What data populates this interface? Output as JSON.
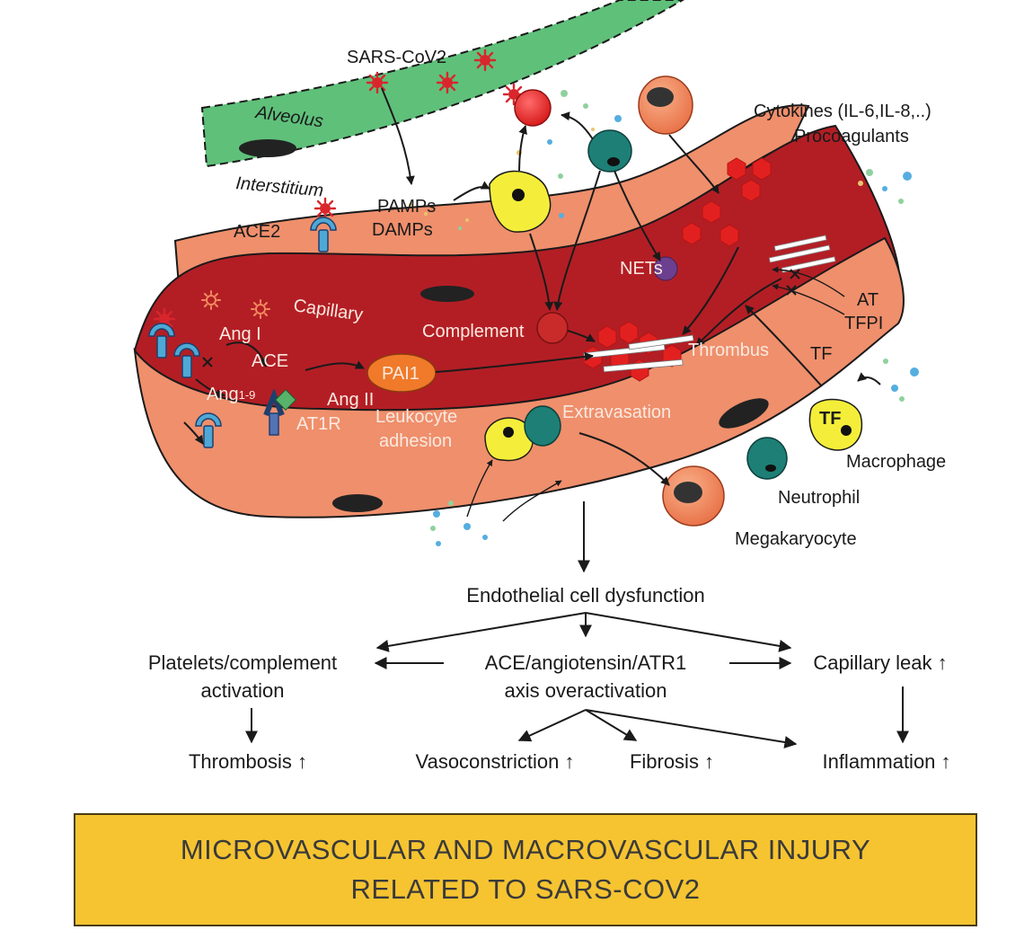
{
  "virus_label": "SARS-CoV2",
  "compartments": {
    "alveolus": "Alveolus",
    "interstitium": "Interstitium",
    "capillary": "Capillary"
  },
  "receptor_label": "ACE2",
  "patterns": [
    "PAMPs",
    "DAMPs"
  ],
  "cytokines": [
    "Cytokines (IL-6,IL-8,..)",
    "Procoagulants"
  ],
  "nets_label": "NETs",
  "inhibitors": [
    "AT",
    "TFPI"
  ],
  "ras": {
    "ang1": "Ang I",
    "ace": "ACE",
    "ang19_main": "Ang",
    "ang19_sub": "1-9",
    "ang2": "Ang II",
    "at1r": "AT1R",
    "pai1": "PAI1"
  },
  "vessel_labels": {
    "complement": "Complement",
    "thrombus": "Thrombus",
    "tf": "TF",
    "leukocyte_1": "Leukocyte",
    "leukocyte_2": "adhesion",
    "extravasation": "Extravasation"
  },
  "cells": {
    "macrophage_tf": "TF",
    "macrophage": "Macrophage",
    "neutrophil": "Neutrophil",
    "megakaryocyte": "Megakaryocyte"
  },
  "flow": {
    "endothelial": "Endothelial cell dysfunction",
    "platelets_1": "Platelets/complement",
    "platelets_2": "activation",
    "ace_axis_1": "ACE/angiotensin/ATR1",
    "ace_axis_2": "axis overactivation",
    "capillary_leak": "Capillary leak ↑",
    "thrombosis": "Thrombosis ↑",
    "vasoconstriction": "Vasoconstriction ↑",
    "fibrosis": "Fibrosis ↑",
    "inflammation": "Inflammation ↑"
  },
  "banner": {
    "line1": "MICROVASCULAR AND MACROVASCULAR INJURY",
    "line2": "RELATED TO SARS-COV2"
  },
  "colors": {
    "blood": "#b31e25",
    "endothelium": "#ef8f6c",
    "alveolus": "#5fc07a",
    "banner": "#f6c431",
    "neutrophil": "#1d7f76",
    "macrophage": "#f4ee3a"
  }
}
